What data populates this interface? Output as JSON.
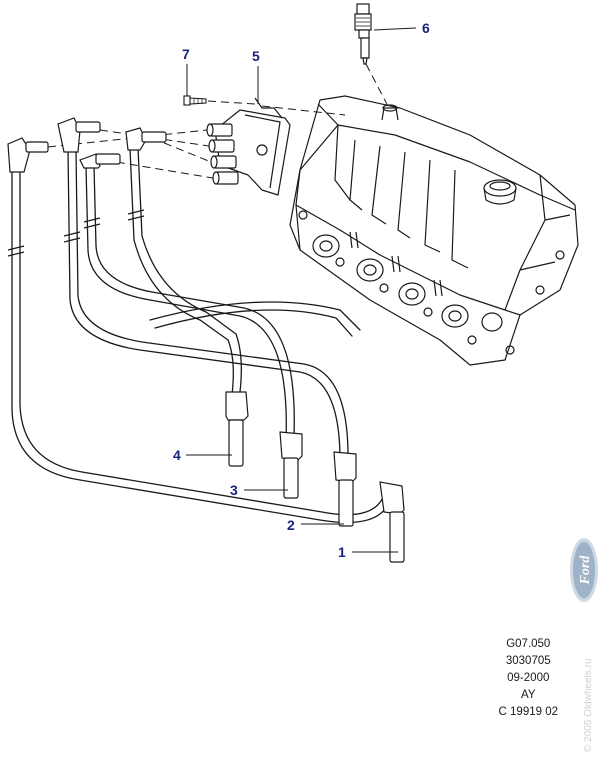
{
  "callouts": [
    "1",
    "2",
    "3",
    "4",
    "5",
    "6",
    "7"
  ],
  "reference": {
    "line1": "G07.050",
    "line2": "3030705",
    "line3": "09-2000",
    "line4": "AY",
    "line5": "C 19919 02"
  },
  "logo_text": "Ford",
  "watermark": "© 2005 Oldwheels.ru",
  "colors": {
    "line": "#1a1a1a",
    "callout": "#1a237e",
    "logo_fill": "#9eb2c8",
    "logo_ring": "#cfd9e4"
  }
}
